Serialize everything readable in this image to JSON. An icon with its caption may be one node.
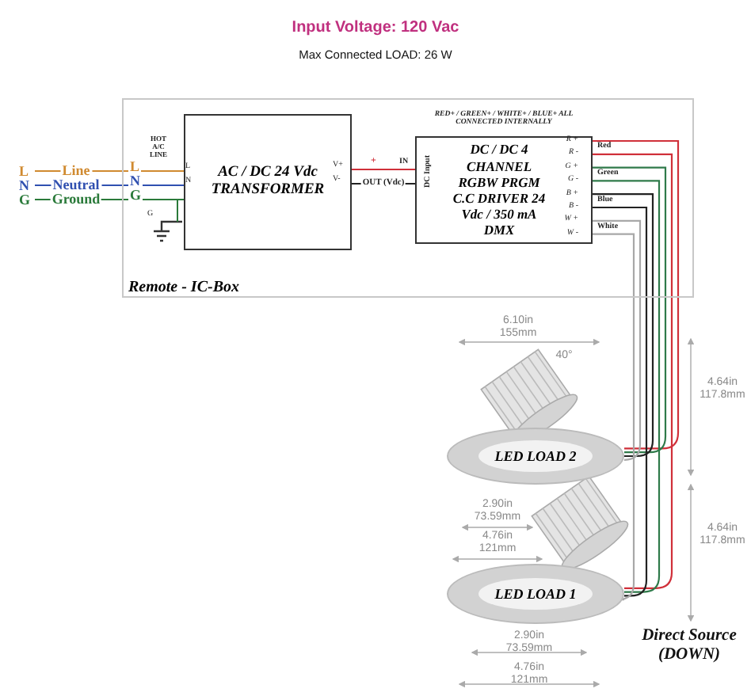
{
  "diagram": {
    "title": "Input Voltage: 120 Vac",
    "nodes": [
      {
        "text": [
          "Remote - IC-Box"
        ]
      },
      {
        "text": [
          "AC / DC 24 Vdc TRANSFORMER"
        ],
        "in": 0
      },
      {
        "text": [
          "DC / DC 4 CHANNEL RGBW PRGM C.C DRIVER 24 Vdc / 350 mA DMX"
        ],
        "in": 0
      },
      {
        "text": [
          "L"
        ]
      },
      {
        "text": [
          "N"
        ]
      },
      {
        "text": [
          "G"
        ]
      },
      {
        "text": [
          "LED LOAD 2"
        ]
      },
      {
        "text": [
          "LED LOAD 1"
        ]
      }
    ],
    "edges": [
      {
        "from": 3,
        "to": 1,
        "arrow": "none",
        "label": "Line",
        "color": "#d08a30"
      },
      {
        "from": 4,
        "to": 1,
        "arrow": "none",
        "label": "Neutral",
        "color": "#3050b0"
      },
      {
        "from": 5,
        "to": 1,
        "arrow": "none",
        "label": "Ground",
        "color": "#2a7a3a"
      },
      {
        "from": 1,
        "to": 2,
        "arrow": "none",
        "color": "#d0303a"
      },
      {
        "from": 1,
        "to": 2,
        "arrow": "none",
        "label": "OUT (Vdc)",
        "color": "#222222"
      },
      {
        "from": 2,
        "to": 6,
        "arrow": "none",
        "color": "#d0303a"
      },
      {
        "from": 2,
        "to": 7,
        "arrow": "none",
        "color": "#d0303a"
      },
      {
        "from": 2,
        "to": 6,
        "arrow": "none",
        "color": "#2f7a4a"
      },
      {
        "from": 2,
        "to": 7,
        "arrow": "none",
        "color": "#2f7a4a"
      },
      {
        "from": 2,
        "to": 6,
        "arrow": "none",
        "color": "#222222"
      },
      {
        "from": 2,
        "to": 7,
        "arrow": "none",
        "color": "#222222"
      },
      {
        "from": 2,
        "to": 6,
        "arrow": "none",
        "color": "#a8a8a8"
      },
      {
        "from": 2,
        "to": 7,
        "arrow": "none",
        "color": "#a8a8a8"
      }
    ],
    "labels": [
      "Max Connected LOAD: 26 W",
      "HOT A/C LINE",
      "L",
      "N",
      "G",
      "G",
      "L",
      "N",
      "V+",
      "V-",
      "+",
      "IN",
      "DC Input",
      "RED+ / GREEN+ / WHITE+ / BLUE+ ALL CONNECTED INTERNALLY",
      "R +",
      "R -",
      "G +",
      "G -",
      "B +",
      "B -",
      "W +",
      "W -",
      "Red",
      "Green",
      "Blue",
      "White",
      "6.10in 155mm",
      "40°",
      "4.64in 117.8mm",
      "2.90in 73.59mm",
      "4.76in 121mm",
      "4.64in 117.8mm",
      "2.90in 73.59mm",
      "4.76in 121mm",
      "Direct Source (DOWN)"
    ]
  }
}
